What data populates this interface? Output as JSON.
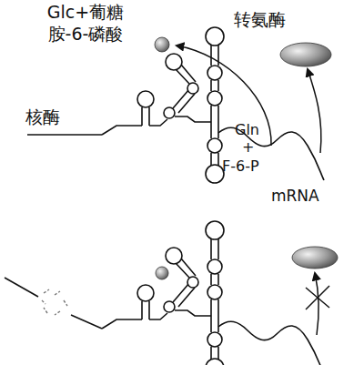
{
  "diagram": {
    "nodes": [
      {
        "text": [
          "Glc+葡糖 胺-6-磷酸"
        ]
      },
      {
        "text": [
          "转氨酶"
        ]
      }
    ],
    "labels": [
      "核酶",
      "Gln",
      "+",
      "F-6-P",
      "mRNA"
    ]
  }
}
